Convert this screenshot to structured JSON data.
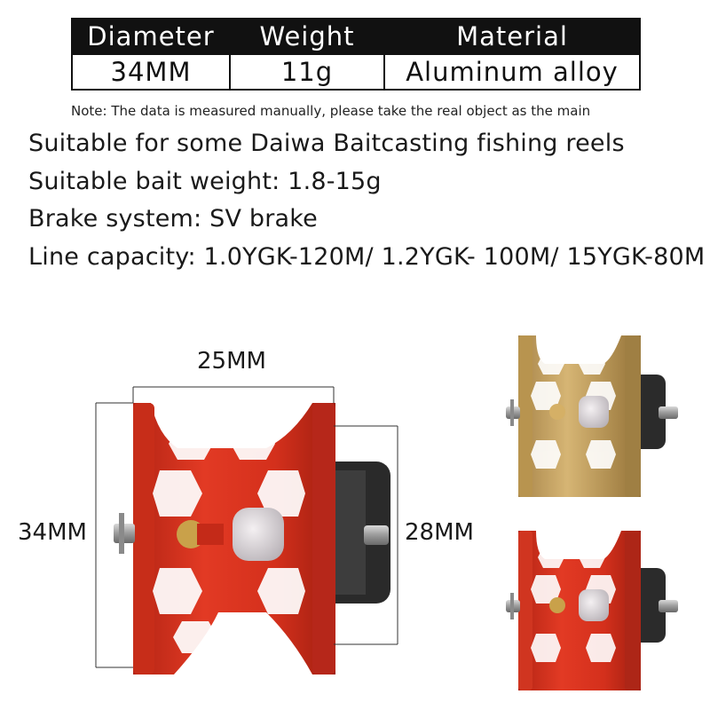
{
  "spec_table": {
    "headers": [
      "Diameter",
      "Weight",
      "Material"
    ],
    "values": [
      "34MM",
      "11g",
      "Aluminum alloy"
    ]
  },
  "note": "Note: The data is measured manually, please take the real object as the main",
  "features": [
    "Suitable for some Daiwa Baitcasting fishing reels",
    "Suitable bait weight: 1.8-15g",
    "Brake system: SV brake",
    "Line capacity: 1.0YGK-120M/ 1.2YGK- 100M/ 15YGK-80M"
  ],
  "dimensions": {
    "width_label": "25MM",
    "diameter_label": "34MM",
    "inner_label": "28MM"
  },
  "colors": {
    "spool_red": "#d8321f",
    "spool_red_dark": "#a81f12",
    "spool_gold": "#c9a45e",
    "spool_gold_dark": "#9a7a3c",
    "header_bg": "#111111"
  }
}
